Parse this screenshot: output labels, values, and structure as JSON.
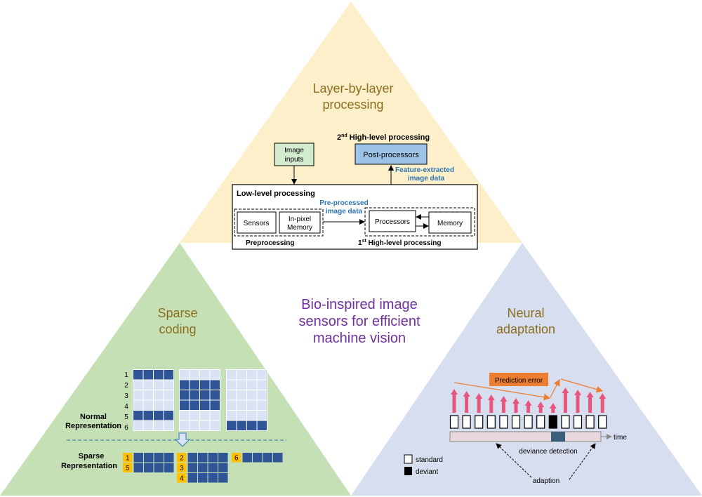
{
  "center": {
    "line1": "Bio-inspired image",
    "line2": "sensors for efficient",
    "line3": "machine vision"
  },
  "top": {
    "title1": "Layer-by-layer",
    "title2": "processing",
    "second_label": "2",
    "second_sup": "nd",
    "second_rest": "  High-level processing",
    "post_processors": "Post-processors",
    "image_inputs1": "Image",
    "image_inputs2": "inputs",
    "feature1": "Feature-extracted",
    "feature2": "image data",
    "low_level": "Low-level processing",
    "preprocessed1": "Pre-processed",
    "preprocessed2": "image data",
    "sensors": "Sensors",
    "inpixel1": "In-pixel",
    "inpixel2": "Memory",
    "processors": "Processors",
    "memory": "Memory",
    "preprocessing": "Preprocessing",
    "first_label": "1",
    "first_sup": "st",
    "first_rest": " High-level   processing"
  },
  "left": {
    "title1": "Sparse",
    "title2": "coding",
    "row_numbers": [
      "1",
      "2",
      "3",
      "4",
      "5",
      "6"
    ],
    "normal1": "Normal",
    "normal2": "Representation",
    "sparse1": "Sparse",
    "sparse2": "Representation",
    "sparse_badges": [
      "1",
      "5",
      "2",
      "3",
      "4",
      "6"
    ]
  },
  "right": {
    "title1": "Neural",
    "title2": "adaptation",
    "prediction_error": "Prediction error",
    "time": "time",
    "deviance_detection": "deviance detection",
    "standard": "standard",
    "deviant": "deviant",
    "adaption": "adaption"
  },
  "colors": {
    "top_triangle": "#fcefc9",
    "left_triangle": "#c5e0b4",
    "right_triangle": "#d6def0",
    "title_text": "#8c6e1e",
    "center_text": "#7030a0",
    "blue_label": "#2e75b6",
    "grid_filled": "#2f5597",
    "grid_empty": "#dae3f3",
    "arrow_pink": "#e8557f",
    "orange": "#ed7d31"
  }
}
